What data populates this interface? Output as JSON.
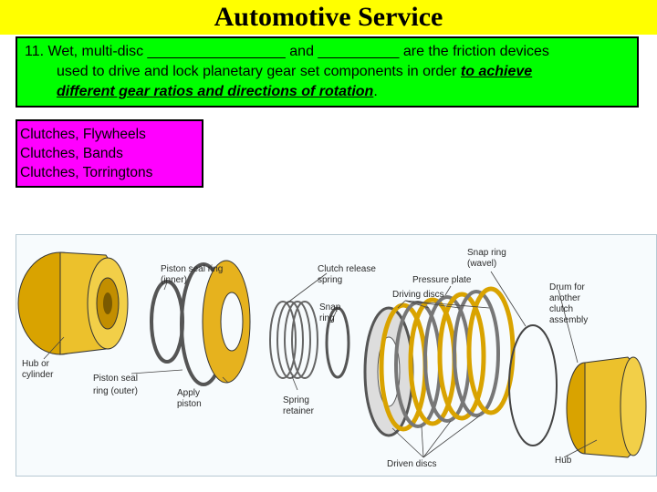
{
  "header": {
    "title": "Automotive Service"
  },
  "question": {
    "line1": "11.  Wet, multi-disc _________________ and __________ are the friction devices",
    "line2_text": "used to drive and lock planetary gear set components in order ",
    "line2_emph": "to achieve",
    "line3_emph": "different gear ratios and directions of rotation",
    "line3_end": "."
  },
  "answers": [
    "Clutches, Flywheels",
    "Clutches, Bands",
    "Clutches, Torringtons"
  ],
  "diagram": {
    "labels": {
      "hub_cylinder_1": "Hub or",
      "hub_cylinder_2": "cylinder",
      "piston_seal_inner_1": "Piston seal ring",
      "piston_seal_inner_2": "(inner)",
      "piston_seal_outer_1": "Piston seal",
      "piston_seal_outer_2": "ring (outer)",
      "apply_piston_1": "Apply",
      "apply_piston_2": "piston",
      "clutch_release_spring_1": "Clutch release",
      "clutch_release_spring_2": "spring",
      "snap_ring_1": "Snap",
      "snap_ring_2": "ring",
      "spring_retainer_1": "Spring",
      "spring_retainer_2": "retainer",
      "pressure_plate": "Pressure plate",
      "driving_discs": "Driving discs",
      "snap_ring_wavel_1": "Snap ring",
      "snap_ring_wavel_2": "(wavel)",
      "drum_1": "Drum for",
      "drum_2": "another",
      "drum_3": "clutch",
      "drum_4": "assembly",
      "driven_discs": "Driven discs",
      "hub": "Hub"
    }
  }
}
